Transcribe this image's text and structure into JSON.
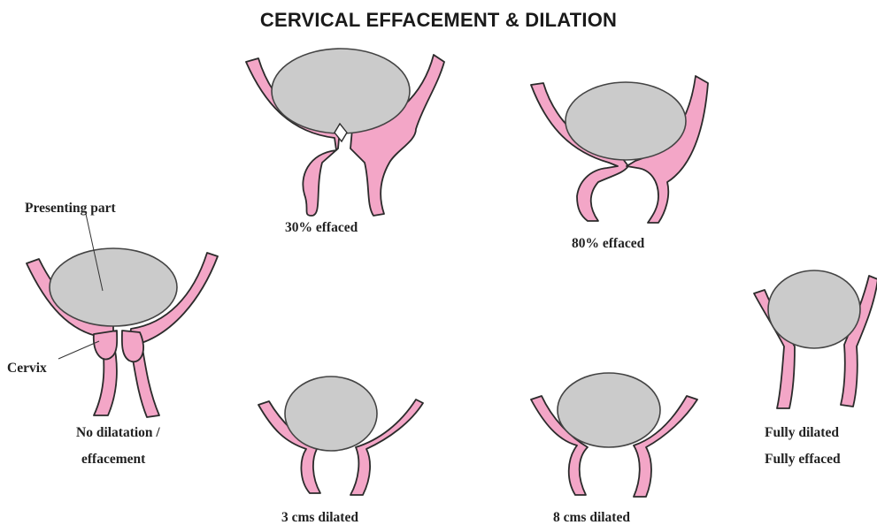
{
  "title": "CERVICAL EFFACEMENT & DILATION",
  "colors": {
    "tissue": "#f3a6c7",
    "outline": "#2b2b2b",
    "presenting_part": "#cbcbcb",
    "text": "#222222"
  },
  "labels": {
    "presenting_part": "Presenting part",
    "cervix": "Cervix",
    "no_dilatation_line1": "No dilatation /",
    "no_dilatation_line2": "effacement",
    "effaced_30": "30% effaced",
    "effaced_80": "80% effaced",
    "dilated_3": "3 cms dilated",
    "dilated_8": "8 cms dilated",
    "fully_line1": "Fully dilated",
    "fully_line2": "Fully effaced"
  }
}
